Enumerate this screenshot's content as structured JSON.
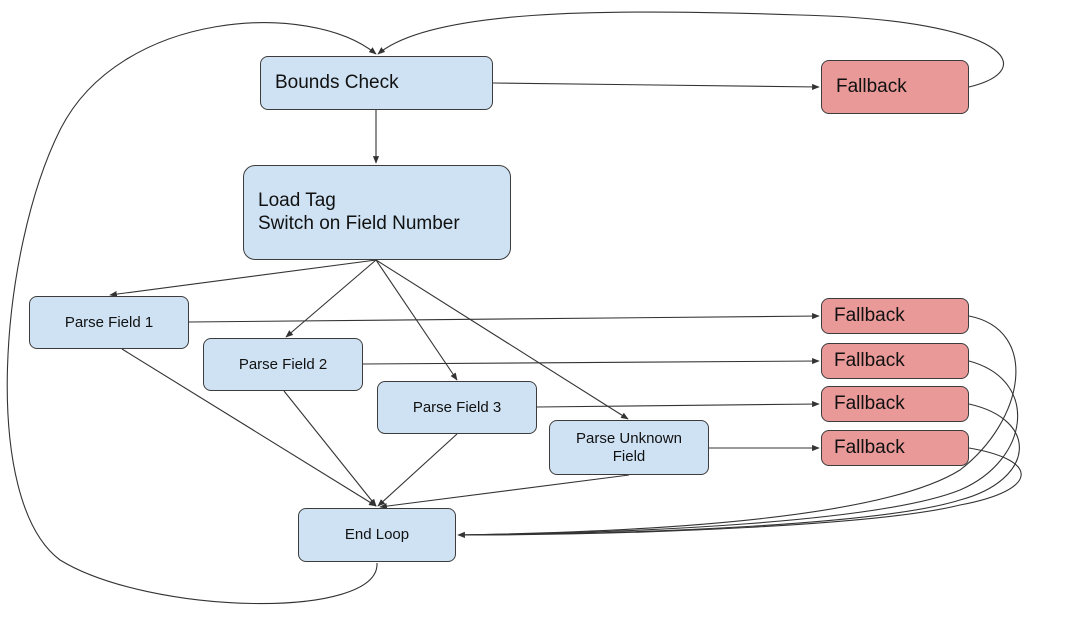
{
  "diagram": {
    "nodes": {
      "bounds_check": "Bounds Check",
      "fallback_top": "Fallback",
      "load_tag_line1": "Load Tag",
      "load_tag_line2": "Switch on Field Number",
      "parse_field_1": "Parse Field 1",
      "parse_field_2": "Parse Field 2",
      "parse_field_3": "Parse Field 3",
      "parse_unknown_line1": "Parse Unknown",
      "parse_unknown_line2": "Field",
      "end_loop": "End Loop",
      "fallback_1": "Fallback",
      "fallback_2": "Fallback",
      "fallback_3": "Fallback",
      "fallback_4": "Fallback"
    },
    "colors": {
      "process_fill": "#cfe2f3",
      "fallback_fill": "#ea9999",
      "border": "#3c3c3c",
      "edge": "#333333"
    },
    "edges": [
      {
        "from": "Bounds Check",
        "to": "Fallback"
      },
      {
        "from": "Fallback",
        "to": "Bounds Check"
      },
      {
        "from": "Bounds Check",
        "to": "Load Tag"
      },
      {
        "from": "Load Tag",
        "to": "Parse Field 1"
      },
      {
        "from": "Load Tag",
        "to": "Parse Field 2"
      },
      {
        "from": "Load Tag",
        "to": "Parse Field 3"
      },
      {
        "from": "Load Tag",
        "to": "Parse Unknown Field"
      },
      {
        "from": "Parse Field 1",
        "to": "Fallback"
      },
      {
        "from": "Parse Field 2",
        "to": "Fallback"
      },
      {
        "from": "Parse Field 3",
        "to": "Fallback"
      },
      {
        "from": "Parse Unknown Field",
        "to": "Fallback"
      },
      {
        "from": "Parse Field 1",
        "to": "End Loop"
      },
      {
        "from": "Parse Field 2",
        "to": "End Loop"
      },
      {
        "from": "Parse Field 3",
        "to": "End Loop"
      },
      {
        "from": "Parse Unknown Field",
        "to": "End Loop"
      },
      {
        "from": "Fallback",
        "to": "End Loop"
      },
      {
        "from": "End Loop",
        "to": "Bounds Check"
      }
    ]
  }
}
